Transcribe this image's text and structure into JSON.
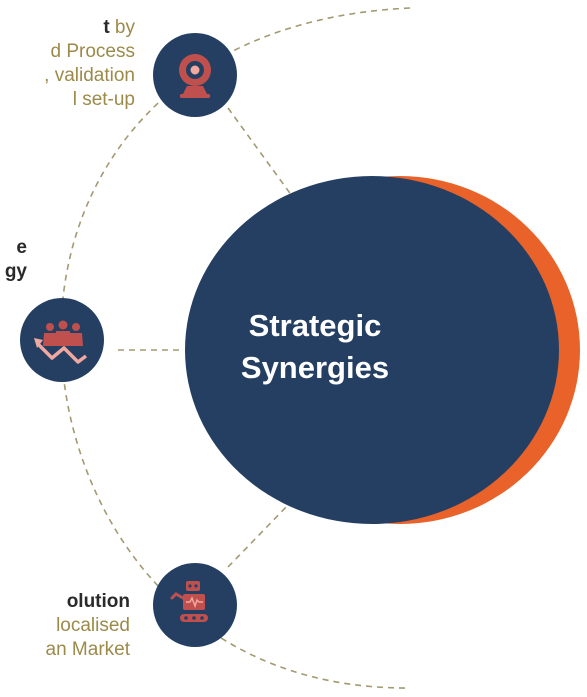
{
  "center": {
    "line1": "Strategic",
    "line2": "Synergies"
  },
  "items": [
    {
      "title": "t",
      "title_suffix": " by",
      "lines": [
        "d Process",
        ", validation",
        "l set-up"
      ],
      "icon": "webcam-icon"
    },
    {
      "title_lines": [
        "e",
        "gy"
      ],
      "icon": "team-growth-icon"
    },
    {
      "title": "olution",
      "lines": [
        "localised",
        "an Market"
      ],
      "icon": "robot-icon"
    }
  ],
  "colors": {
    "navy": "#253f63",
    "orange": "#e8622a",
    "icon_red": "#c0504d",
    "icon_pink": "#f0a8a0",
    "gold_text": "#9c8a4a",
    "dash": "#a39a72"
  }
}
